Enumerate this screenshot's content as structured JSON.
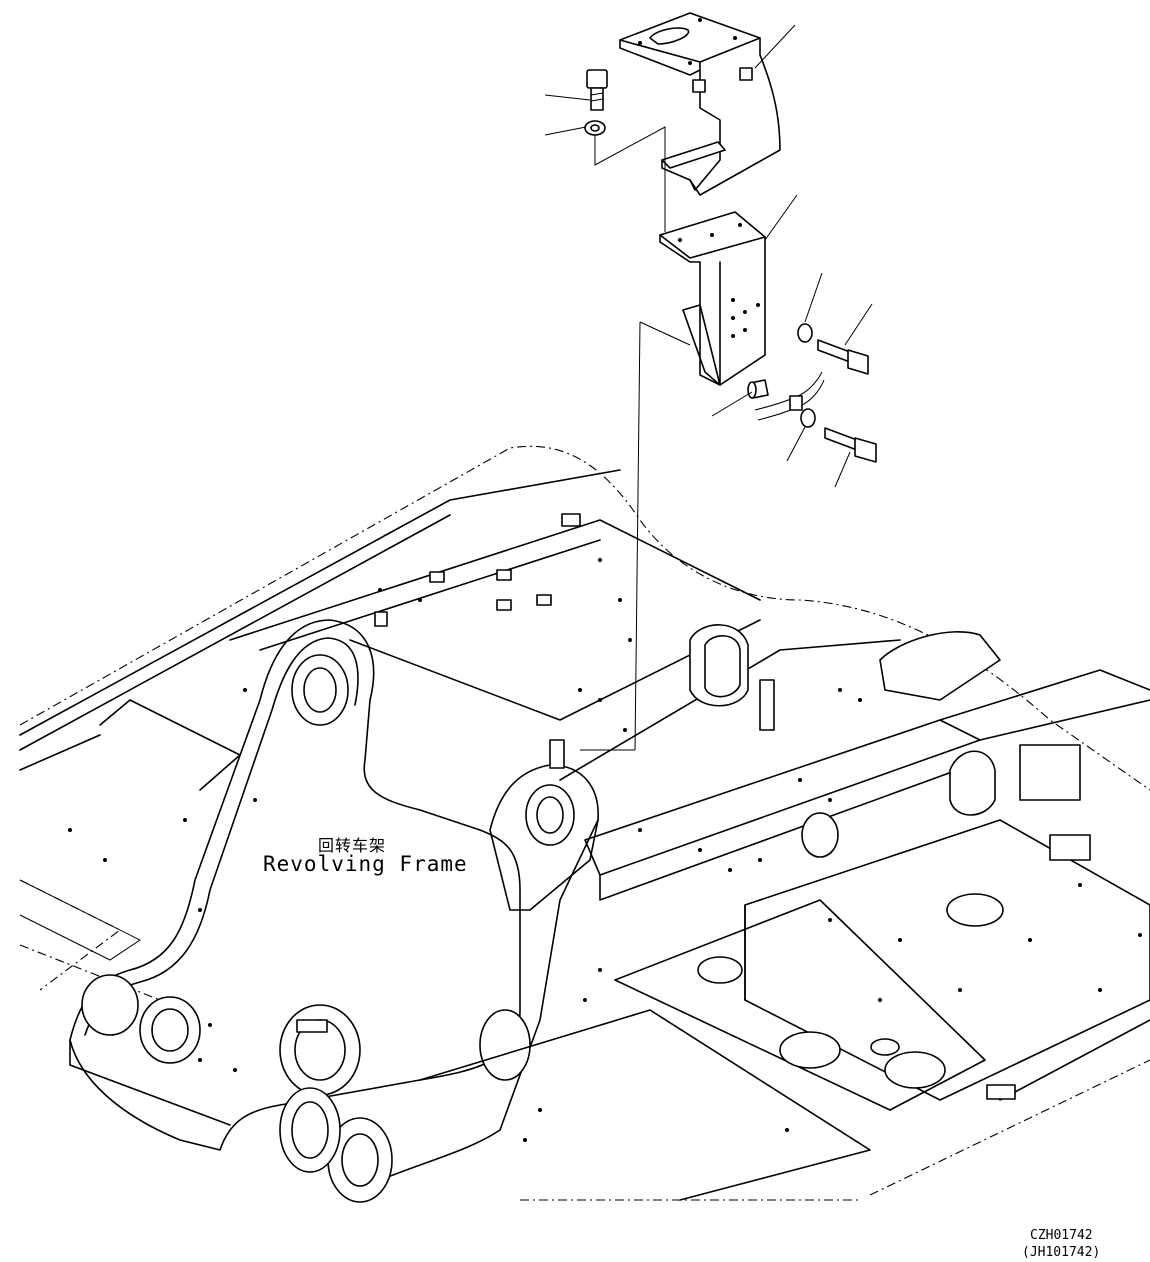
{
  "diagram": {
    "frame_label_cn": "回转车架",
    "frame_label_en": "Revolving Frame",
    "drawing_code": "CZH01742",
    "alt_code": "(JH101742)"
  }
}
